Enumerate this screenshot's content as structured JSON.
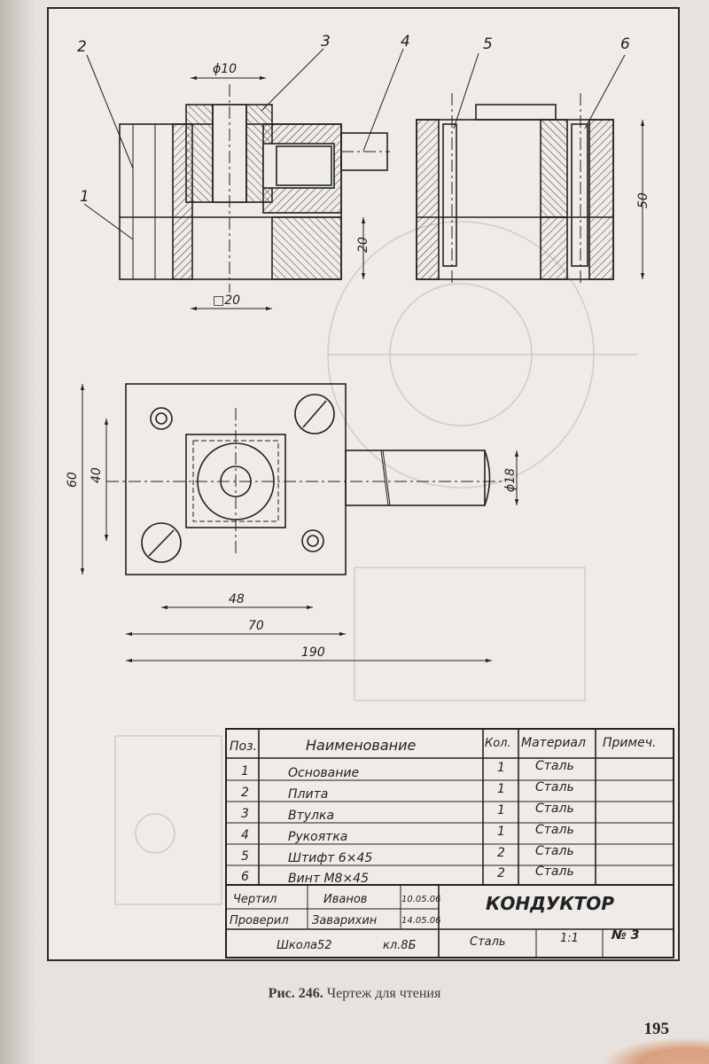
{
  "figure": {
    "caption_number": "Рис. 246.",
    "caption_text": "Чертеж для чтения",
    "page_number": "195"
  },
  "callouts": [
    "1",
    "2",
    "3",
    "4",
    "5",
    "6"
  ],
  "dimensions": {
    "hole_dia": "ϕ10",
    "square": "□20",
    "height_lower": "20",
    "height_total": "50",
    "width_60": "60",
    "width_40": "40",
    "len_48": "48",
    "len_70": "70",
    "len_190": "190",
    "handle_dia": "ϕ18"
  },
  "parts_table": {
    "headers": {
      "pos": "Поз.",
      "name": "Наименование",
      "qty": "Кол.",
      "material": "Материал",
      "note": "Примеч."
    },
    "rows": [
      {
        "pos": "1",
        "name": "Основание",
        "qty": "1",
        "material": "Сталь"
      },
      {
        "pos": "2",
        "name": "Плита",
        "qty": "1",
        "material": "Сталь"
      },
      {
        "pos": "3",
        "name": "Втулка",
        "qty": "1",
        "material": "Сталь"
      },
      {
        "pos": "4",
        "name": "Рукоятка",
        "qty": "1",
        "material": "Сталь"
      },
      {
        "pos": "5",
        "name": "Штифт 6×45",
        "qty": "2",
        "material": "Сталь"
      },
      {
        "pos": "6",
        "name": "Винт М8×45",
        "qty": "2",
        "material": "Сталь"
      }
    ]
  },
  "title_block": {
    "drew_label": "Чертил",
    "drew_name": "Иванов",
    "drew_date": "10.05.06",
    "checked_label": "Проверил",
    "checked_name": "Заварихин",
    "checked_date": "14.05.06",
    "title": "КОНДУКТОР",
    "school": "Школа52",
    "class": "кл.8Б",
    "material": "Сталь",
    "scale": "1:1",
    "sheet_no": "№ 3"
  }
}
